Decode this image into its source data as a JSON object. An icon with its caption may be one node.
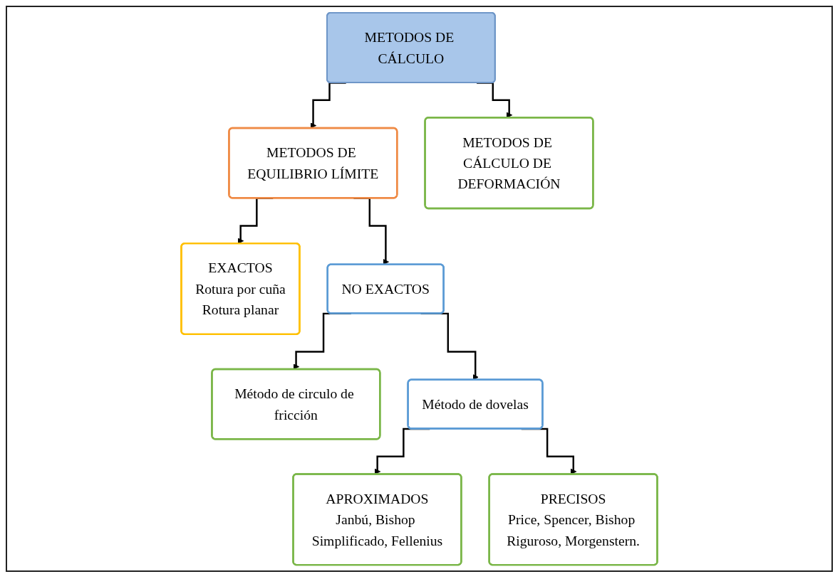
{
  "diagram": {
    "nodes": [
      {
        "text": [
          "METODOS DE CÁLCULO"
        ]
      },
      {
        "text": [
          "METODOS DE EQUILIBRIO LÍMITE"
        ]
      },
      {
        "text": [
          "METODOS DE CÁLCULO DE DEFORMACIÓN"
        ]
      },
      {
        "text": [
          "EXACTOS",
          "Rotura por cuña",
          "Rotura planar"
        ]
      },
      {
        "text": [
          "NO EXACTOS"
        ]
      },
      {
        "text": [
          "Método de circulo de fricción"
        ]
      },
      {
        "text": [
          "Método de dovelas"
        ]
      },
      {
        "text": [
          "APROXIMADOS",
          "Janbú, Bishop Simplificado, Fellenius"
        ]
      },
      {
        "text": [
          "PRECISOS",
          "Price, Spencer, Bishop Riguroso, Morgenstern."
        ]
      }
    ],
    "edges": [
      {
        "from": 0,
        "to": 1,
        "arrow": "to"
      },
      {
        "from": 0,
        "to": 2,
        "arrow": "to"
      },
      {
        "from": 1,
        "to": 3,
        "arrow": "to"
      },
      {
        "from": 1,
        "to": 4,
        "arrow": "to"
      },
      {
        "from": 4,
        "to": 5,
        "arrow": "to"
      },
      {
        "from": 4,
        "to": 6,
        "arrow": "to"
      },
      {
        "from": 6,
        "to": 7,
        "arrow": "to"
      },
      {
        "from": 6,
        "to": 8,
        "arrow": "to"
      }
    ]
  }
}
